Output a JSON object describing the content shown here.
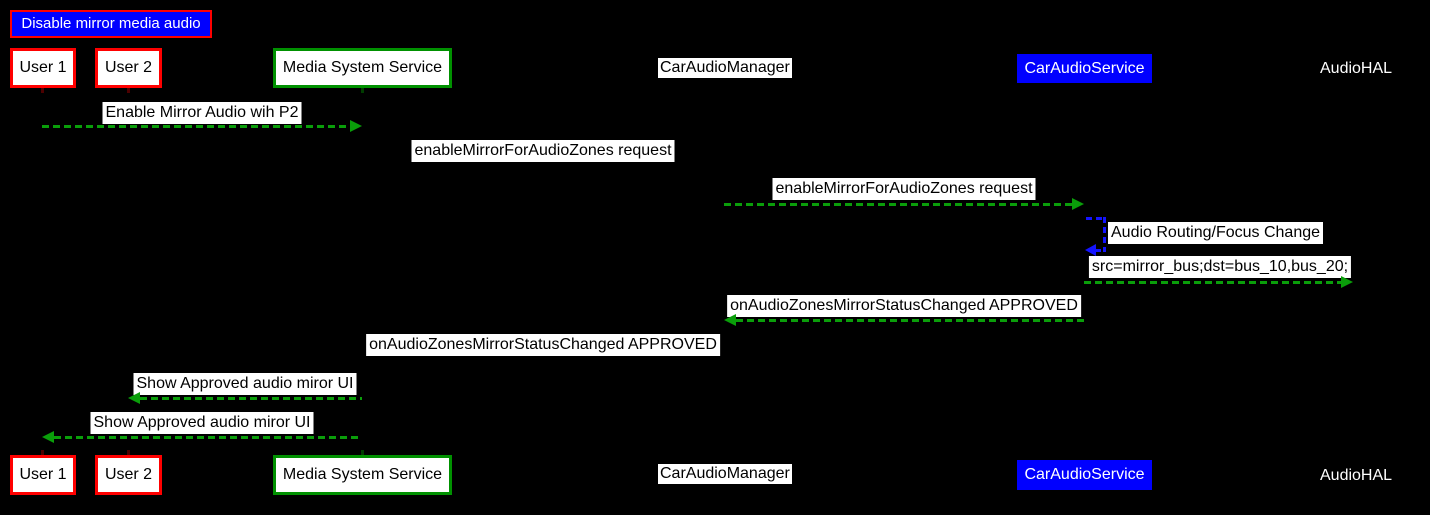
{
  "diagram": {
    "title": "Disable mirror media audio",
    "type": "sequence-diagram",
    "actors": [
      {
        "label": "User 1",
        "box": "red-outline"
      },
      {
        "label": "User 2",
        "box": "red-outline"
      },
      {
        "label": "Media System Service",
        "box": "green-outline"
      },
      {
        "label": "CarAudioManager",
        "box": "white-plain"
      },
      {
        "label": "CarAudioService",
        "box": "blue-filled"
      },
      {
        "label": "AudioHAL",
        "box": "none"
      }
    ],
    "messages": [
      {
        "label": "Enable Mirror Audio wih P2",
        "from": "User 1",
        "to": "Media System Service",
        "arrow": "green-dashed-right"
      },
      {
        "label": "enableMirrorForAudioZones request",
        "from": "Media System Service",
        "to": "CarAudioManager",
        "arrow": "hidden"
      },
      {
        "label": "enableMirrorForAudioZones request",
        "from": "CarAudioManager",
        "to": "CarAudioService",
        "arrow": "green-dashed-right"
      },
      {
        "label": "Audio Routing/Focus Change",
        "from": "CarAudioService",
        "to": "CarAudioService",
        "arrow": "blue-dashed-self-loop"
      },
      {
        "label": "src=mirror_bus;dst=bus_10,bus_20;",
        "from": "CarAudioService",
        "to": "AudioHAL",
        "arrow": "green-dashed-right"
      },
      {
        "label": "onAudioZonesMirrorStatusChanged APPROVED",
        "from": "CarAudioService",
        "to": "CarAudioManager",
        "arrow": "green-dashed-left"
      },
      {
        "label": "onAudioZonesMirrorStatusChanged APPROVED",
        "from": "CarAudioManager",
        "to": "Media System Service",
        "arrow": "hidden"
      },
      {
        "label": "Show Approved audio miror UI",
        "from": "Media System Service",
        "to": "User 2",
        "arrow": "green-dashed-left"
      },
      {
        "label": "Show Approved audio miror UI",
        "from": "Media System Service",
        "to": "User 1",
        "arrow": "green-dashed-left"
      }
    ],
    "colors": {
      "background": "#000000",
      "arrow_green": "#0a9e0a",
      "self_loop_blue": "#1414ff",
      "actor_red": "#ff0000",
      "actor_green": "#009100",
      "service_blue": "#0000ff",
      "label_bg": "#ffffff",
      "label_text": "#000000",
      "light_text": "#ffffff"
    }
  }
}
